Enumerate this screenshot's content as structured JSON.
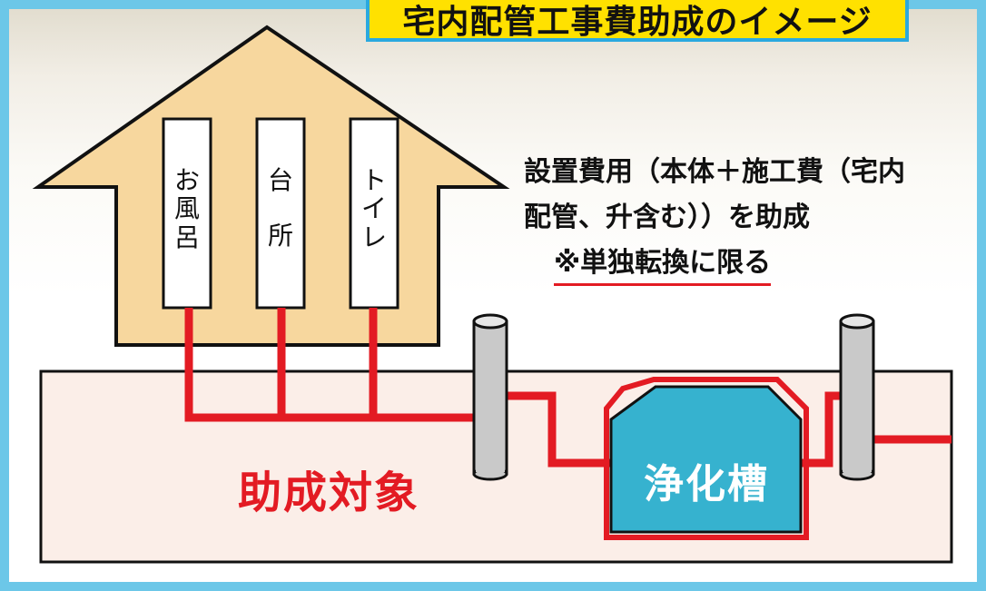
{
  "title": "宅内配管工事費助成のイメージ",
  "rooms": [
    {
      "label": "お風呂",
      "chars": [
        "お",
        "風",
        "呂"
      ]
    },
    {
      "label": "台所",
      "chars": [
        "台",
        "",
        "所"
      ]
    },
    {
      "label": "トイレ",
      "chars": [
        "ト",
        "イ",
        "レ"
      ]
    }
  ],
  "description": {
    "line1": "設置費用（本体＋施工費（宅内",
    "line2": "配管、升含む））を助成",
    "note": "※単独転換に限る"
  },
  "subsidy_label": "助成対象",
  "tank_label": "浄化槽",
  "colors": {
    "frame": "#6cc7e8",
    "title_bg": "#ffe100",
    "house": "#f7d79e",
    "ground": "#fbeee8",
    "pipe": "#e31b23",
    "tank": "#36b2cf",
    "manhole": "#c9c9c9"
  }
}
